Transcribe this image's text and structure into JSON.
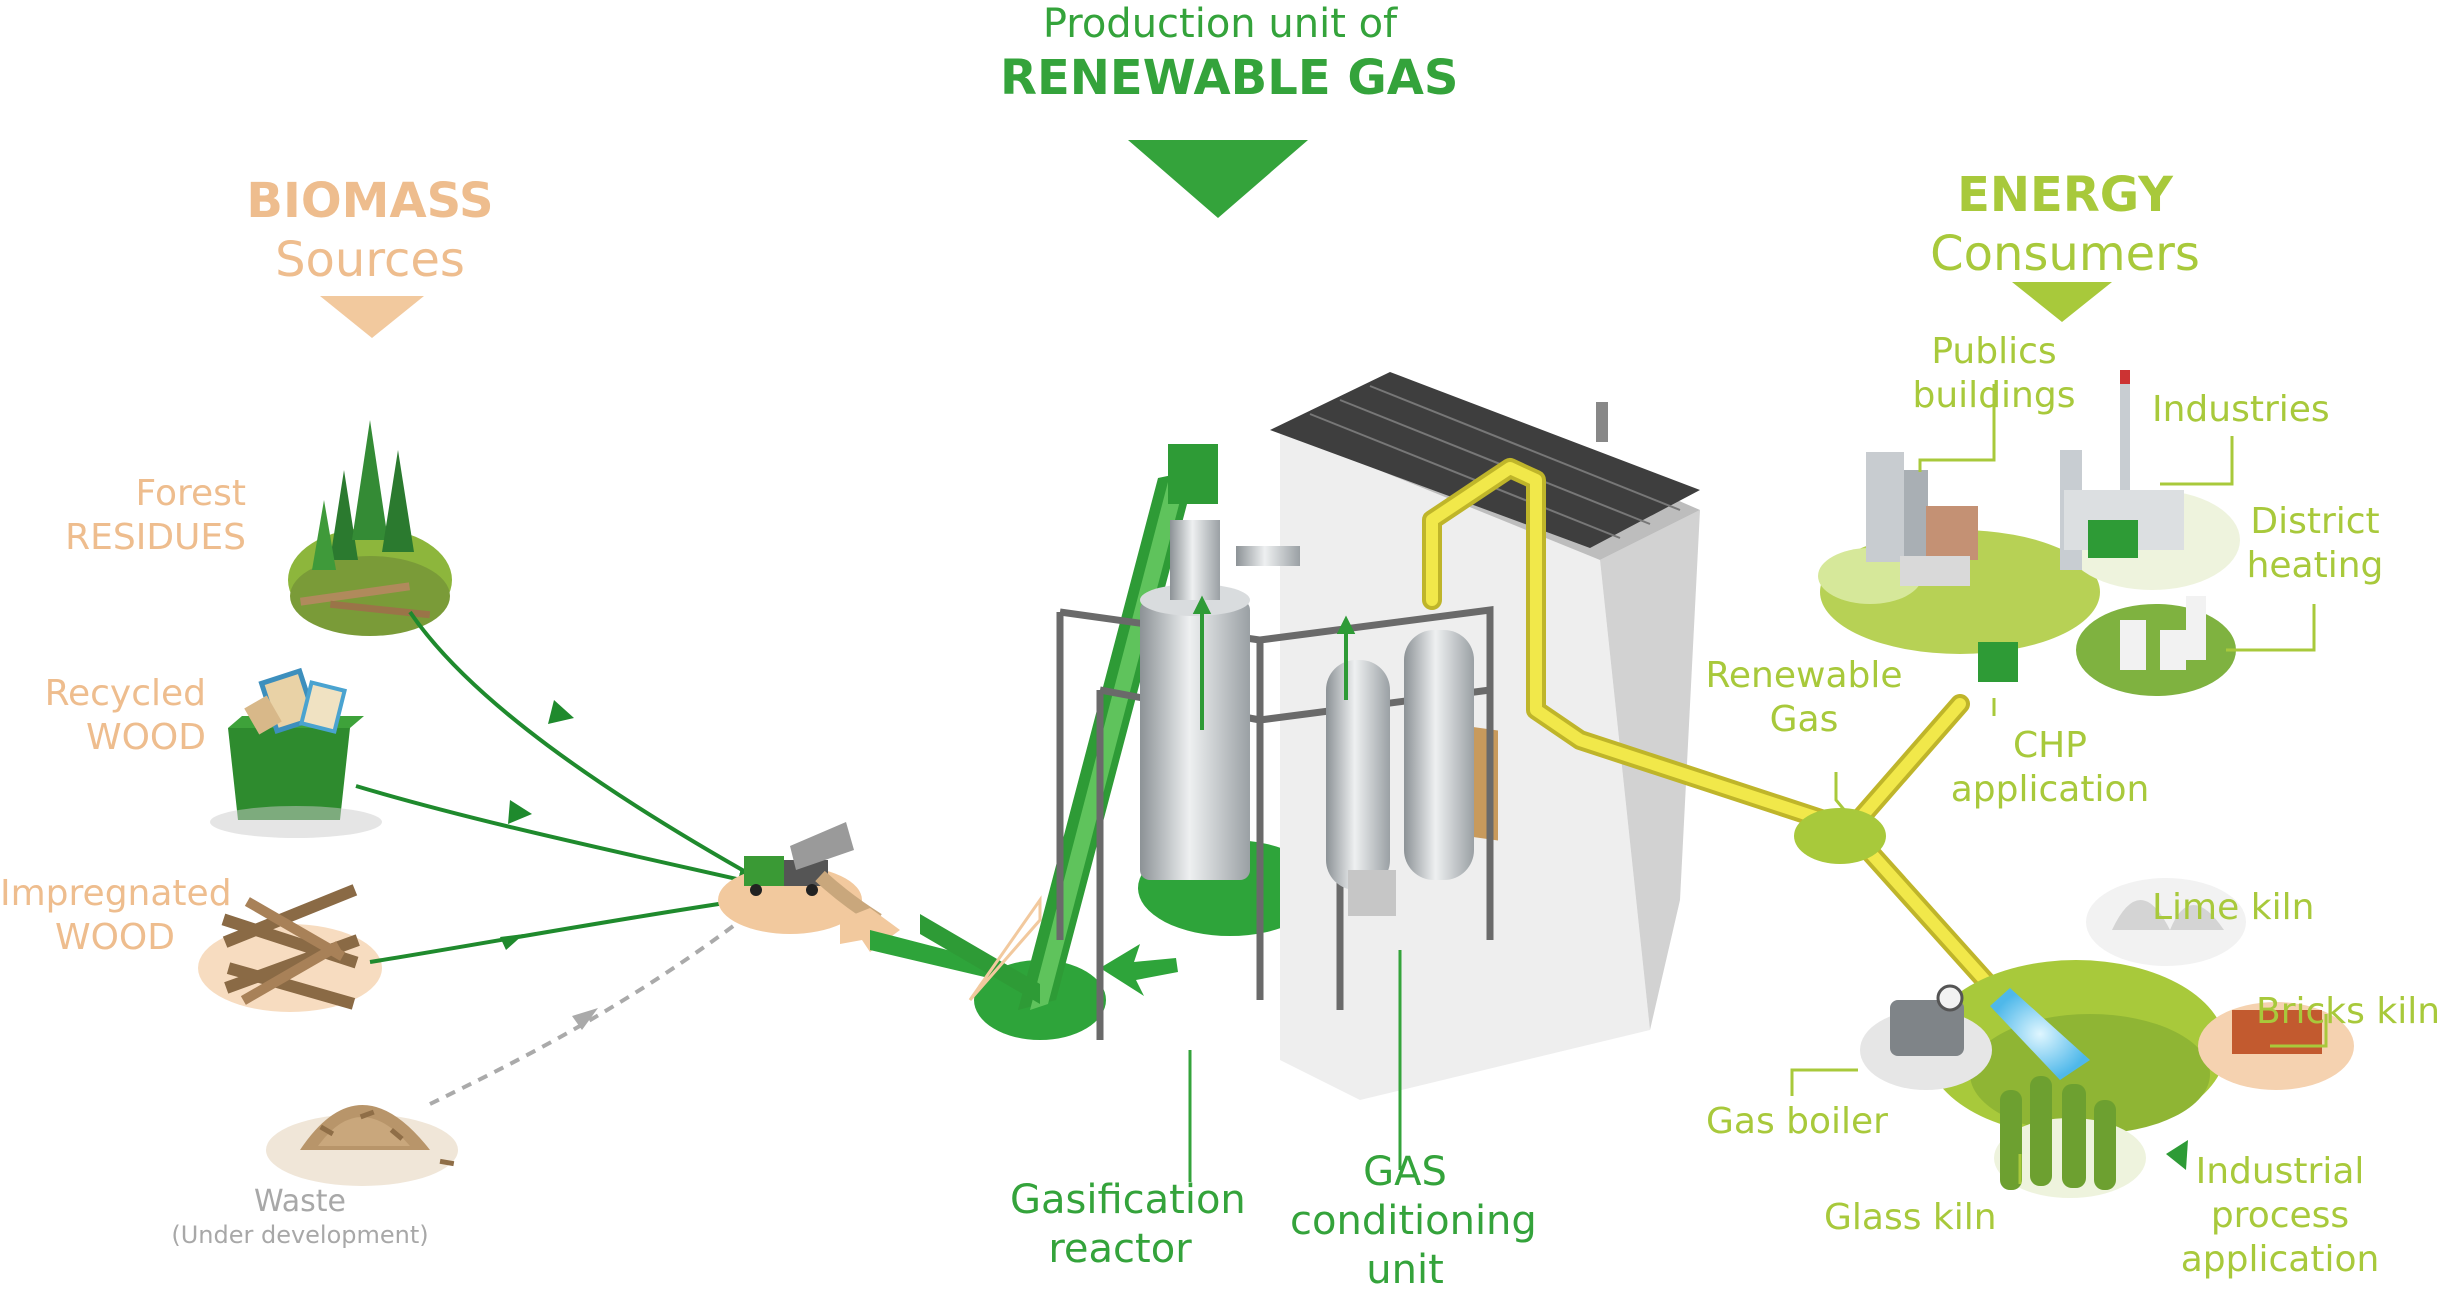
{
  "header": {
    "line1": "Production unit of",
    "line2": "RENEWABLE GAS"
  },
  "biomass": {
    "title": "BIOMASS",
    "subtitle": "Sources",
    "sources": [
      {
        "line1": "Forest",
        "line2": "RESIDUES"
      },
      {
        "line1": "Recycled",
        "line2": "WOOD"
      },
      {
        "line1": "Impregnated",
        "line2": "WOOD"
      },
      {
        "line1": "Waste",
        "line2": "(Under development)"
      }
    ]
  },
  "plant": {
    "reactor": {
      "line1": "Gasification",
      "line2": "reactor"
    },
    "conditioning": {
      "line1": "GAS",
      "line2": "conditioning",
      "line3": "unit"
    }
  },
  "energy": {
    "title": "ENERGY",
    "subtitle": "Consumers",
    "renewable_gas": {
      "line1": "Renewable",
      "line2": "Gas"
    },
    "chp": {
      "line1": "CHP",
      "line2": "application"
    },
    "publics": {
      "line1": "Publics",
      "line2": "buildings"
    },
    "industries": "Industries",
    "district": {
      "line1": "District",
      "line2": "heating"
    },
    "lime": "Lime kiln",
    "bricks": "Bricks kiln",
    "boiler": "Gas boiler",
    "glass": "Glass kiln",
    "process": {
      "line1": "Industrial",
      "line2": "process",
      "line3": "application"
    }
  },
  "colors": {
    "biomass": "#eebd8e",
    "gas_green": "#34a33b",
    "energy_lime": "#a8c93b",
    "waste_grey": "#a8a8a8",
    "pipe_yellow": "#f1e84a"
  }
}
